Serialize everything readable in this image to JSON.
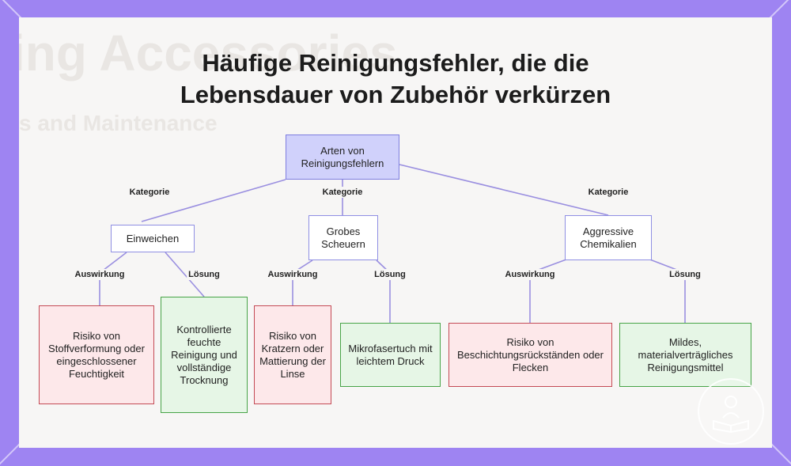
{
  "title": {
    "line1": "Häufige Reinigungsfehler, die die",
    "line2": "Lebensdauer von Zubehör verkürzen"
  },
  "background_text": {
    "line1": "ing Accessories",
    "line2": "s and Maintenance"
  },
  "diagram": {
    "root": "Arten von Reinigungsfehlern",
    "category_edge_label": "Kategorie",
    "effect_edge_label": "Auswirkung",
    "solution_edge_label": "Lösung",
    "categories": [
      {
        "name": "Einweichen",
        "effect": "Risiko von Stoffverformung oder eingeschlossener Feuchtigkeit",
        "solution": "Kontrollierte feuchte Reinigung und vollständige Trocknung"
      },
      {
        "name": "Grobes Scheuern",
        "effect": "Risiko von Kratzern oder Mattierung der Linse",
        "solution": "Mikrofasertuch mit leichtem Druck"
      },
      {
        "name": "Aggressive Chemikalien",
        "effect": "Risiko von Beschichtungsrückständen oder Flecken",
        "solution": "Mildes, materialverträgliches Reinigungsmittel"
      }
    ]
  },
  "colors": {
    "frame": "#9e84f2",
    "root_fill": "#d0d1fb",
    "connector": "#9a8fe0",
    "effect_border": "#c44a55",
    "solution_border": "#47a447"
  },
  "watermark": {
    "icon": "book-reader-icon"
  }
}
